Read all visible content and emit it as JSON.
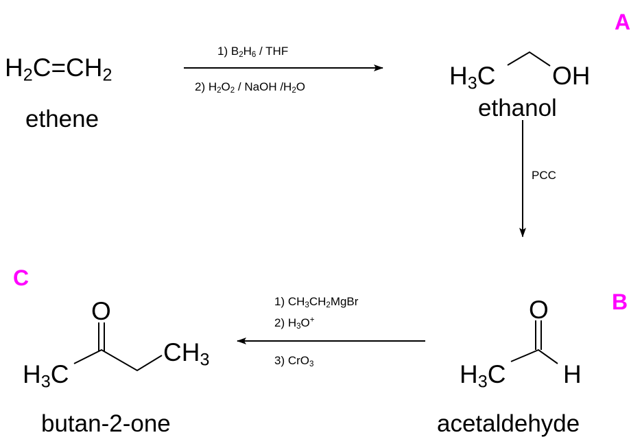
{
  "colors": {
    "label": "#ff00ff",
    "ink": "#000000"
  },
  "labels": {
    "A": "A",
    "B": "B",
    "C": "C"
  },
  "compounds": {
    "ethene": {
      "name": "ethene",
      "formula": [
        [
          "H",
          "2"
        ],
        [
          "C=CH",
          "2"
        ]
      ]
    },
    "ethanol": {
      "name": "ethanol",
      "left": [
        [
          "H",
          "3"
        ],
        [
          "C",
          ""
        ]
      ],
      "right": [
        [
          "OH",
          ""
        ]
      ]
    },
    "acetaldehyde": {
      "name": "acetaldehyde",
      "top": "O",
      "left": [
        [
          "H",
          "3"
        ],
        [
          "C",
          ""
        ]
      ],
      "right": "H"
    },
    "butanone": {
      "name": "butan-2-one",
      "top": "O",
      "left": [
        [
          "H",
          "3"
        ],
        [
          "C",
          ""
        ]
      ],
      "right": [
        [
          "CH",
          "3"
        ]
      ]
    }
  },
  "reactions": {
    "step1": {
      "above": [
        [
          "1) B",
          "2"
        ],
        [
          "H",
          "6"
        ],
        [
          " / THF",
          ""
        ]
      ],
      "below": [
        [
          "2) H",
          "2"
        ],
        [
          "O",
          "2"
        ],
        [
          " / NaOH /H",
          "2"
        ],
        [
          "O",
          ""
        ]
      ]
    },
    "step2": {
      "reagent": "PCC"
    },
    "step3": {
      "line1": [
        [
          "1) CH",
          "3"
        ],
        [
          "CH",
          "2"
        ],
        [
          "MgBr",
          ""
        ]
      ],
      "line2": [
        [
          "2) H",
          "3"
        ],
        [
          "O",
          ""
        ]
      ],
      "line2_sup": "+",
      "line3": [
        [
          "3) CrO",
          "3"
        ]
      ]
    }
  }
}
